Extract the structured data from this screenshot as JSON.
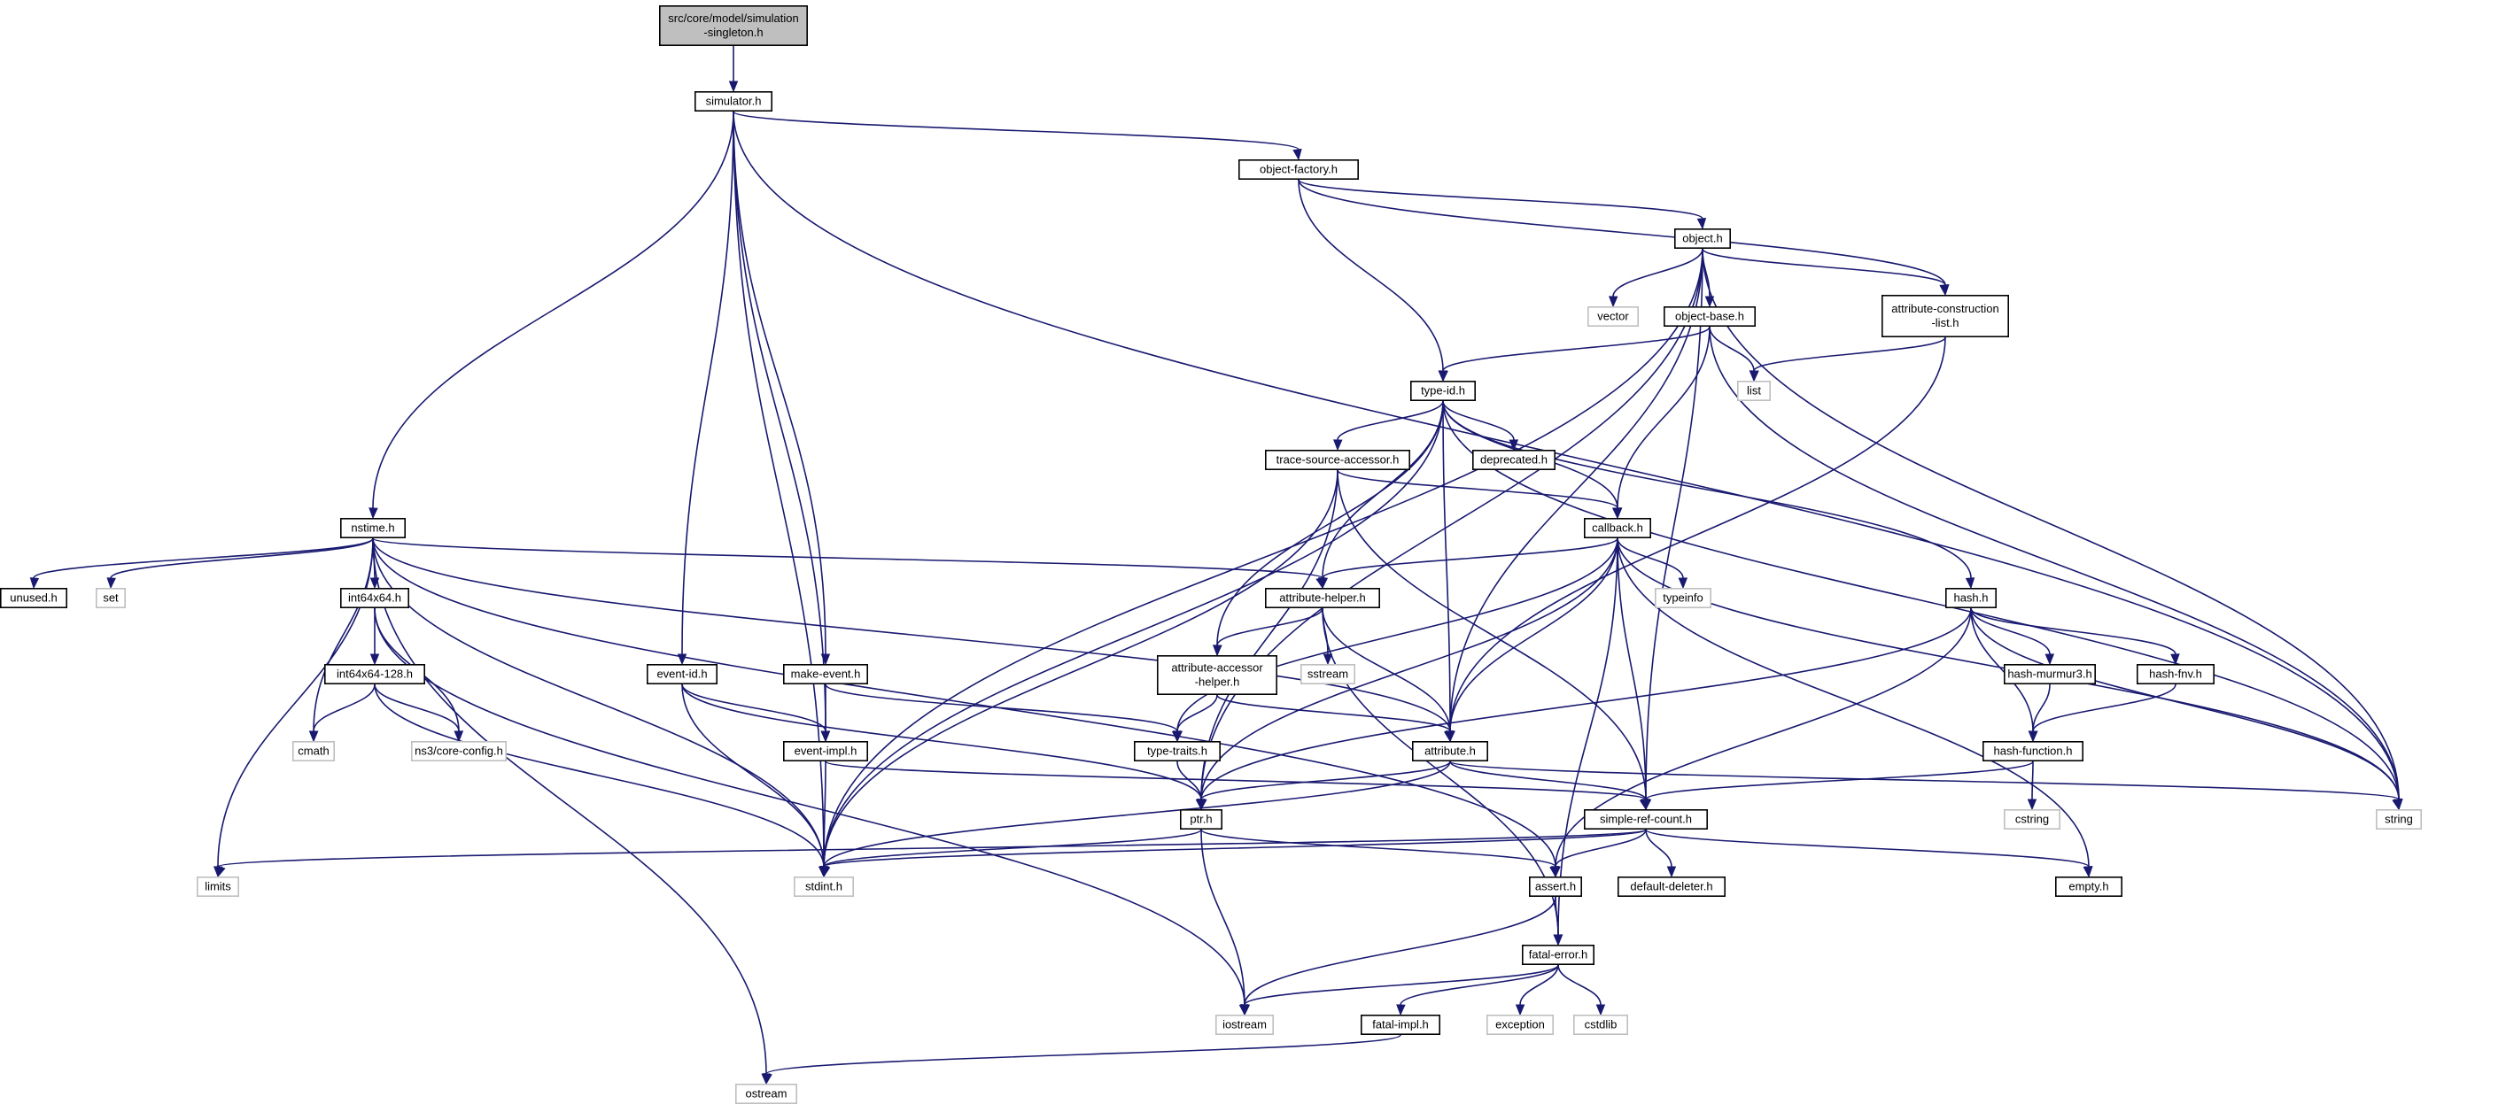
{
  "colors": {
    "edge": "#191970",
    "root_fill": "#bfbfbf",
    "local_border": "#000000",
    "system_border": "#bfbfbf",
    "node_fill": "#ffffff"
  },
  "nodes": [
    {
      "id": "root",
      "lines": [
        "src/core/model/simulation",
        "-singleton.h"
      ],
      "kind": "root"
    },
    {
      "id": "simulator",
      "lines": [
        "simulator.h"
      ],
      "kind": "local"
    },
    {
      "id": "object_factory",
      "lines": [
        "object-factory.h"
      ],
      "kind": "local"
    },
    {
      "id": "object",
      "lines": [
        "object.h"
      ],
      "kind": "local"
    },
    {
      "id": "vector",
      "lines": [
        "vector"
      ],
      "kind": "sys"
    },
    {
      "id": "object_base",
      "lines": [
        "object-base.h"
      ],
      "kind": "local"
    },
    {
      "id": "acl",
      "lines": [
        "attribute-construction",
        "-list.h"
      ],
      "kind": "local"
    },
    {
      "id": "list",
      "lines": [
        "list"
      ],
      "kind": "sys"
    },
    {
      "id": "type_id",
      "lines": [
        "type-id.h"
      ],
      "kind": "local"
    },
    {
      "id": "tsa",
      "lines": [
        "trace-source-accessor.h"
      ],
      "kind": "local"
    },
    {
      "id": "deprecated",
      "lines": [
        "deprecated.h"
      ],
      "kind": "local"
    },
    {
      "id": "callback",
      "lines": [
        "callback.h"
      ],
      "kind": "local"
    },
    {
      "id": "nstime",
      "lines": [
        "nstime.h"
      ],
      "kind": "local"
    },
    {
      "id": "unused",
      "lines": [
        "unused.h"
      ],
      "kind": "local"
    },
    {
      "id": "set",
      "lines": [
        "set"
      ],
      "kind": "sys"
    },
    {
      "id": "int64x64",
      "lines": [
        "int64x64.h"
      ],
      "kind": "local"
    },
    {
      "id": "int64x64_128",
      "lines": [
        "int64x64-128.h"
      ],
      "kind": "local"
    },
    {
      "id": "cmath",
      "lines": [
        "cmath"
      ],
      "kind": "sys"
    },
    {
      "id": "core_config",
      "lines": [
        "ns3/core-config.h"
      ],
      "kind": "sys"
    },
    {
      "id": "limits",
      "lines": [
        "limits"
      ],
      "kind": "sys"
    },
    {
      "id": "event_id",
      "lines": [
        "event-id.h"
      ],
      "kind": "local"
    },
    {
      "id": "make_event",
      "lines": [
        "make-event.h"
      ],
      "kind": "local"
    },
    {
      "id": "event_impl",
      "lines": [
        "event-impl.h"
      ],
      "kind": "local"
    },
    {
      "id": "attr_helper",
      "lines": [
        "attribute-helper.h"
      ],
      "kind": "local"
    },
    {
      "id": "sstream",
      "lines": [
        "sstream"
      ],
      "kind": "sys"
    },
    {
      "id": "aah",
      "lines": [
        "attribute-accessor",
        "-helper.h"
      ],
      "kind": "local"
    },
    {
      "id": "type_traits",
      "lines": [
        "type-traits.h"
      ],
      "kind": "local"
    },
    {
      "id": "attribute",
      "lines": [
        "attribute.h"
      ],
      "kind": "local"
    },
    {
      "id": "typeinfo",
      "lines": [
        "typeinfo"
      ],
      "kind": "sys"
    },
    {
      "id": "hash",
      "lines": [
        "hash.h"
      ],
      "kind": "local"
    },
    {
      "id": "hash_murmur3",
      "lines": [
        "hash-murmur3.h"
      ],
      "kind": "local"
    },
    {
      "id": "hash_fnv",
      "lines": [
        "hash-fnv.h"
      ],
      "kind": "local"
    },
    {
      "id": "hash_function",
      "lines": [
        "hash-function.h"
      ],
      "kind": "local"
    },
    {
      "id": "cstring",
      "lines": [
        "cstring"
      ],
      "kind": "sys"
    },
    {
      "id": "string",
      "lines": [
        "string"
      ],
      "kind": "sys"
    },
    {
      "id": "ptr",
      "lines": [
        "ptr.h"
      ],
      "kind": "local"
    },
    {
      "id": "srcount",
      "lines": [
        "simple-ref-count.h"
      ],
      "kind": "local"
    },
    {
      "id": "stdint",
      "lines": [
        "stdint.h"
      ],
      "kind": "sys"
    },
    {
      "id": "assert",
      "lines": [
        "assert.h"
      ],
      "kind": "local"
    },
    {
      "id": "default_deleter",
      "lines": [
        "default-deleter.h"
      ],
      "kind": "local"
    },
    {
      "id": "empty",
      "lines": [
        "empty.h"
      ],
      "kind": "local"
    },
    {
      "id": "fatal_error",
      "lines": [
        "fatal-error.h"
      ],
      "kind": "local"
    },
    {
      "id": "iostream",
      "lines": [
        "iostream"
      ],
      "kind": "sys"
    },
    {
      "id": "exception",
      "lines": [
        "exception"
      ],
      "kind": "sys"
    },
    {
      "id": "cstdlib",
      "lines": [
        "cstdlib"
      ],
      "kind": "sys"
    },
    {
      "id": "fatal_impl",
      "lines": [
        "fatal-impl.h"
      ],
      "kind": "local"
    },
    {
      "id": "ostream",
      "lines": [
        "ostream"
      ],
      "kind": "sys"
    }
  ],
  "edges": [
    [
      "root",
      "simulator"
    ],
    [
      "simulator",
      "object_factory"
    ],
    [
      "simulator",
      "string"
    ],
    [
      "simulator",
      "nstime"
    ],
    [
      "simulator",
      "stdint"
    ],
    [
      "simulator",
      "event_id"
    ],
    [
      "simulator",
      "event_impl"
    ],
    [
      "simulator",
      "make_event"
    ],
    [
      "object_factory",
      "object"
    ],
    [
      "object_factory",
      "acl"
    ],
    [
      "object_factory",
      "type_id"
    ],
    [
      "object",
      "vector"
    ],
    [
      "object",
      "object_base"
    ],
    [
      "object",
      "acl"
    ],
    [
      "object",
      "string"
    ],
    [
      "object",
      "stdint"
    ],
    [
      "object",
      "ptr"
    ],
    [
      "object",
      "attribute"
    ],
    [
      "object",
      "srcount"
    ],
    [
      "object_base",
      "type_id"
    ],
    [
      "object_base",
      "list"
    ],
    [
      "object_base",
      "callback"
    ],
    [
      "object_base",
      "string"
    ],
    [
      "acl",
      "list"
    ],
    [
      "acl",
      "attribute"
    ],
    [
      "type_id",
      "tsa"
    ],
    [
      "type_id",
      "deprecated"
    ],
    [
      "type_id",
      "callback"
    ],
    [
      "type_id",
      "attr_helper"
    ],
    [
      "type_id",
      "aah"
    ],
    [
      "type_id",
      "attribute"
    ],
    [
      "type_id",
      "hash"
    ],
    [
      "type_id",
      "string"
    ],
    [
      "type_id",
      "stdint"
    ],
    [
      "tsa",
      "callback"
    ],
    [
      "tsa",
      "srcount"
    ],
    [
      "tsa",
      "ptr"
    ],
    [
      "tsa",
      "stdint"
    ],
    [
      "callback",
      "attr_helper"
    ],
    [
      "callback",
      "typeinfo"
    ],
    [
      "callback",
      "attribute"
    ],
    [
      "callback",
      "ptr"
    ],
    [
      "callback",
      "srcount"
    ],
    [
      "callback",
      "type_traits"
    ],
    [
      "callback",
      "empty"
    ],
    [
      "callback",
      "fatal_error"
    ],
    [
      "callback",
      "string"
    ],
    [
      "nstime",
      "unused"
    ],
    [
      "nstime",
      "set"
    ],
    [
      "nstime",
      "int64x64"
    ],
    [
      "nstime",
      "cmath"
    ],
    [
      "nstime",
      "limits"
    ],
    [
      "nstime",
      "ostream"
    ],
    [
      "nstime",
      "stdint"
    ],
    [
      "nstime",
      "attr_helper"
    ],
    [
      "nstime",
      "attribute"
    ],
    [
      "nstime",
      "assert"
    ],
    [
      "int64x64",
      "int64x64_128"
    ],
    [
      "int64x64",
      "core_config"
    ],
    [
      "int64x64",
      "iostream"
    ],
    [
      "int64x64_128",
      "cmath"
    ],
    [
      "int64x64_128",
      "core_config"
    ],
    [
      "int64x64_128",
      "stdint"
    ],
    [
      "event_id",
      "event_impl"
    ],
    [
      "event_id",
      "ptr"
    ],
    [
      "event_id",
      "stdint"
    ],
    [
      "make_event",
      "event_impl"
    ],
    [
      "make_event",
      "type_traits"
    ],
    [
      "event_impl",
      "srcount"
    ],
    [
      "event_impl",
      "stdint"
    ],
    [
      "attr_helper",
      "sstream"
    ],
    [
      "attr_helper",
      "aah"
    ],
    [
      "attr_helper",
      "attribute"
    ],
    [
      "attr_helper",
      "fatal_error"
    ],
    [
      "aah",
      "type_traits"
    ],
    [
      "aah",
      "attribute"
    ],
    [
      "type_traits",
      "ptr"
    ],
    [
      "attribute",
      "ptr"
    ],
    [
      "attribute",
      "srcount"
    ],
    [
      "attribute",
      "string"
    ],
    [
      "attribute",
      "stdint"
    ],
    [
      "hash",
      "hash_murmur3"
    ],
    [
      "hash",
      "hash_fnv"
    ],
    [
      "hash",
      "hash_function"
    ],
    [
      "hash",
      "string"
    ],
    [
      "hash",
      "assert"
    ],
    [
      "hash",
      "ptr"
    ],
    [
      "hash_murmur3",
      "hash_function"
    ],
    [
      "hash_fnv",
      "hash_function"
    ],
    [
      "hash_function",
      "cstring"
    ],
    [
      "hash_function",
      "srcount"
    ],
    [
      "ptr",
      "assert"
    ],
    [
      "ptr",
      "iostream"
    ],
    [
      "ptr",
      "stdint"
    ],
    [
      "srcount",
      "assert"
    ],
    [
      "srcount",
      "default_deleter"
    ],
    [
      "srcount",
      "empty"
    ],
    [
      "srcount",
      "limits"
    ],
    [
      "srcount",
      "stdint"
    ],
    [
      "assert",
      "fatal_error"
    ],
    [
      "assert",
      "iostream"
    ],
    [
      "fatal_error",
      "iostream"
    ],
    [
      "fatal_error",
      "exception"
    ],
    [
      "fatal_error",
      "cstdlib"
    ],
    [
      "fatal_error",
      "fatal_impl"
    ],
    [
      "fatal_impl",
      "ostream"
    ]
  ]
}
